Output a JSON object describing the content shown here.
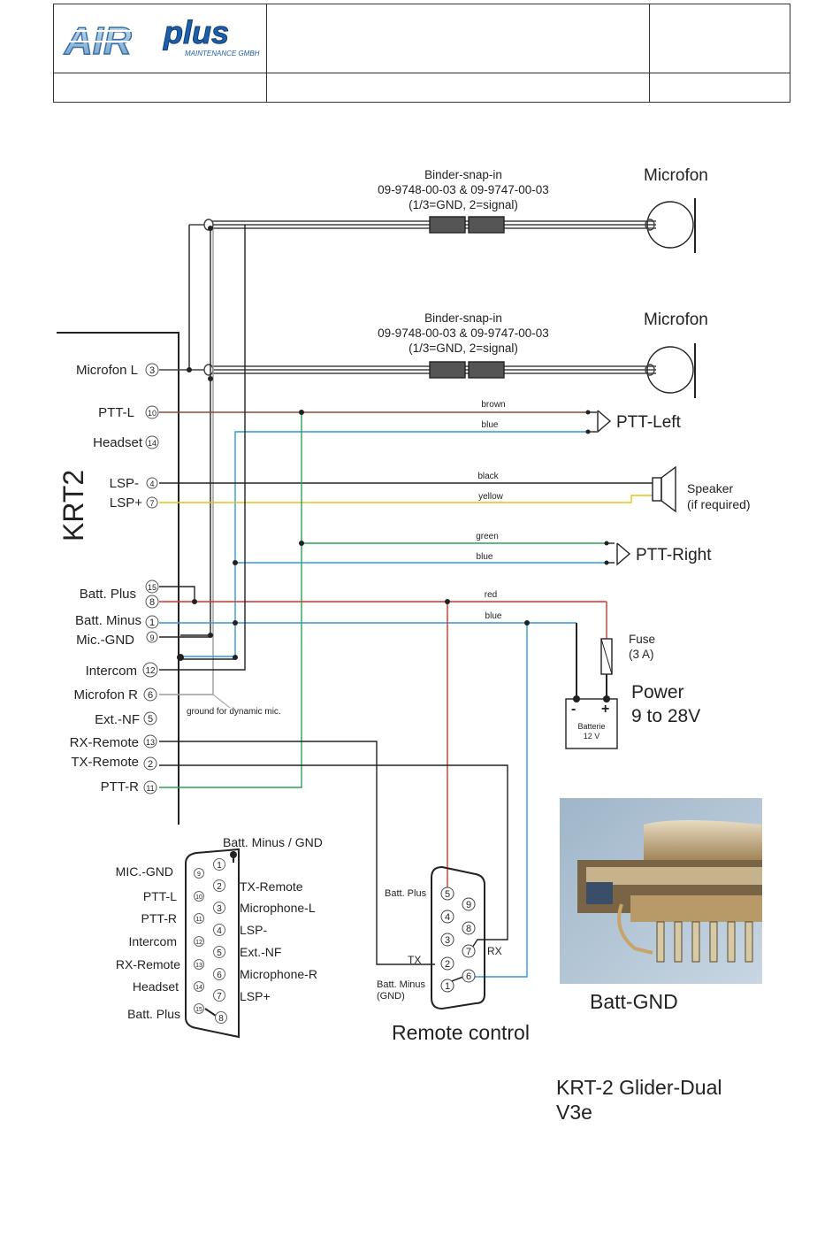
{
  "header": {
    "logo_main": "AIRplus",
    "logo_sub": "MAINTENANCE GMBH"
  },
  "colors": {
    "brown": "#8b4a3a",
    "blue": "#2f9bd6",
    "green": "#2e9e55",
    "yellow": "#e8c11a",
    "red": "#d9342b",
    "black": "#222222",
    "grey": "#9a9a9a"
  },
  "krt2": {
    "title": "KRT2",
    "pins": [
      {
        "label": "Microfon L",
        "num": "3"
      },
      {
        "label": "PTT-L",
        "num": "10"
      },
      {
        "label": "Headset",
        "num": "14"
      },
      {
        "label": "LSP-",
        "num": "4"
      },
      {
        "label": "LSP+",
        "num": "7"
      },
      {
        "label": "Batt. Plus",
        "num": "15"
      },
      {
        "label": "",
        "num": "8"
      },
      {
        "label": "Batt. Minus",
        "num": "1"
      },
      {
        "label": "Mic.-GND",
        "num": "9"
      },
      {
        "label": "Intercom",
        "num": "12"
      },
      {
        "label": "Microfon R",
        "num": "6"
      },
      {
        "label": "Ext.-NF",
        "num": "5"
      },
      {
        "label": "RX-Remote",
        "num": "13"
      },
      {
        "label": "TX-Remote",
        "num": "2"
      },
      {
        "label": "PTT-R",
        "num": "11"
      }
    ]
  },
  "mic1": {
    "connector_line1": "Binder-snap-in",
    "connector_line2": "09-9748-00-03 & 09-9747-00-03",
    "connector_line3": "(1/3=GND,  2=signal)",
    "label": "Microfon"
  },
  "mic2": {
    "connector_line1": "Binder-snap-in",
    "connector_line2": "09-9748-00-03 & 09-9747-00-03",
    "connector_line3": "(1/3=GND,  2=signal)",
    "label": "Microfon"
  },
  "wires": {
    "brown": "brown",
    "blue1": "blue",
    "black": "black",
    "yellow": "yellow",
    "green": "green",
    "blue2": "blue",
    "red": "red",
    "blue3": "blue"
  },
  "ptt_left": "PTT-Left",
  "ptt_right": "PTT-Right",
  "speaker": {
    "line1": "Speaker",
    "line2": "(if required)"
  },
  "fuse": {
    "line1": "Fuse",
    "line2": "(3 A)"
  },
  "power": {
    "line1": "Power",
    "line2": "9 to 28V"
  },
  "battery": {
    "minus": "-",
    "plus": "+",
    "line1": "Batterie",
    "line2": "12 V"
  },
  "ground_note": "ground for dynamic mic.",
  "sub15": {
    "top_label": "Batt. Minus / GND",
    "left_labels": [
      "MIC.-GND",
      "PTT-L",
      "PTT-R",
      "Intercom",
      "RX-Remote",
      "Headset",
      "Batt. Plus"
    ],
    "left_nums": [
      "9",
      "10",
      "11",
      "12",
      "13",
      "14",
      "15"
    ],
    "right_nums": [
      "1",
      "2",
      "3",
      "4",
      "5",
      "6",
      "7",
      "8"
    ],
    "right_labels": [
      "TX-Remote",
      "Microphone-L",
      "LSP-",
      "Ext.-NF",
      "Microphone-R",
      "LSP+"
    ]
  },
  "remote": {
    "batt_plus": "Batt. Plus",
    "tx": "TX",
    "rx": "RX",
    "batt_minus_1": "Batt. Minus",
    "batt_minus_2": "(GND)",
    "left_nums": [
      "5",
      "4",
      "3",
      "2",
      "1"
    ],
    "right_nums": [
      "9",
      "8",
      "7",
      "6"
    ],
    "title": "Remote control"
  },
  "photo_caption": "Batt-GND",
  "doc_title_1": "KRT-2 Glider-Dual",
  "doc_title_2": "V3e"
}
